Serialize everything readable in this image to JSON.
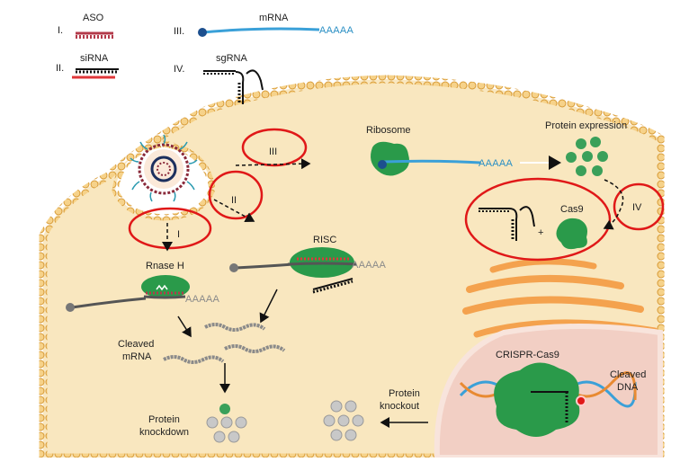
{
  "legend": {
    "aso": {
      "numeral": "I.",
      "label": "ASO"
    },
    "sirna": {
      "numeral": "II.",
      "label": "siRNA"
    },
    "mrna": {
      "numeral": "III.",
      "label": "mRNA",
      "tail": "AAAAA"
    },
    "sgrna": {
      "numeral": "IV.",
      "label": "sgRNA"
    }
  },
  "pathway_marks": {
    "p1": "I",
    "p2": "II",
    "p3": "III",
    "p4": "IV"
  },
  "labels": {
    "ribosome": "Ribosome",
    "protein_expression": "Protein expression",
    "cas9": "Cas9",
    "plus": "+",
    "risc": "RISC",
    "rnase_h": "Rnase H",
    "cleaved_mrna": [
      "Cleaved",
      "mRNA"
    ],
    "protein_knockdown": [
      "Protein",
      "knockdown"
    ],
    "protein_knockout": [
      "Protein",
      "knockout"
    ],
    "crispr_cas9": "CRISPR-Cas9",
    "cleaved_dna": [
      "Cleaved",
      "DNA"
    ],
    "polya": "AAAAA"
  },
  "colors": {
    "cell": "#f9e7bf",
    "membrane": "#e8b457",
    "nucleus": "#f2cfc4",
    "er": "#f4a24e",
    "enzyme": "#2a9a4a",
    "mrna": "#3aa0d8",
    "aso": "#b33a4a",
    "sirna": "#e0373a",
    "highlight": "#e01818",
    "protein": "#3aa05a",
    "protein_grey": "#c0c0c0"
  }
}
